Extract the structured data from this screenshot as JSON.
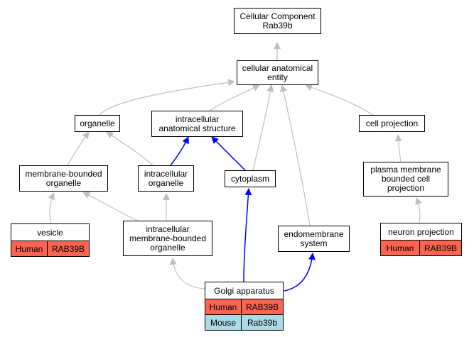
{
  "colors": {
    "edge_gray": "#bfbfbf",
    "edge_blue": "#0000ff",
    "human_fill": "#fa6450",
    "mouse_fill": "#add8e6"
  },
  "nodes": {
    "root": "Cellular Component\nRab39b",
    "cellular_anatomical_entity": "cellular anatomical\nentity",
    "organelle": "organelle",
    "intracellular_anatomical_structure": "intracellular\nanatomical structure",
    "cell_projection": "cell projection",
    "membrane_bounded_organelle": "membrane-bounded\norganelle",
    "intracellular_organelle": "intracellular\norganelle",
    "cytoplasm": "cytoplasm",
    "plasma_membrane_bounded_cell_projection": "plasma membrane\nbounded cell\nprojection",
    "intracellular_membrane_bounded_organelle": "intracellular\nmembrane-bounded\norganelle",
    "endomembrane_system": "endomembrane\nsystem",
    "vesicle": {
      "title": "vesicle",
      "rows": [
        {
          "species": "Human",
          "gene": "RAB39B"
        }
      ]
    },
    "neuron_projection": {
      "title": "neuron projection",
      "rows": [
        {
          "species": "Human",
          "gene": "RAB39B"
        }
      ]
    },
    "golgi_apparatus": {
      "title": "Golgi apparatus",
      "rows": [
        {
          "species": "Human",
          "gene": "RAB39B"
        },
        {
          "species": "Mouse",
          "gene": "Rab39b"
        }
      ]
    }
  }
}
